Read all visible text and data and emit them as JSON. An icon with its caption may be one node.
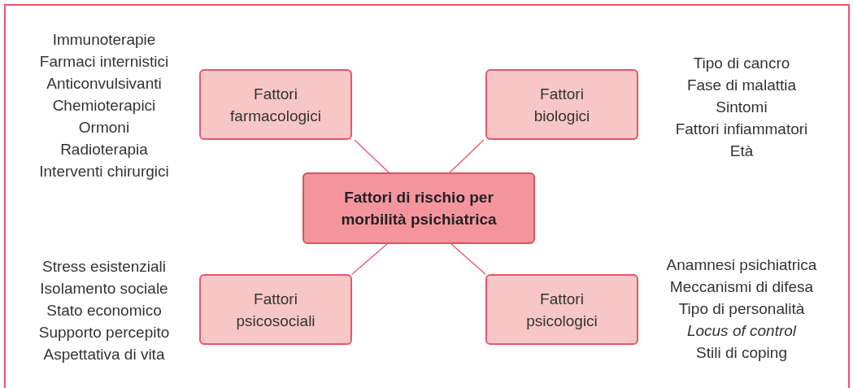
{
  "diagram": {
    "nodes": [
      {
        "text": [
          "Fattori di rischio per morbilità psichiatrica"
        ]
      },
      {
        "text": [
          "Fattori farmacologici"
        ],
        "beside": [
          "Immunoterapie",
          "Farmaci internistici",
          "Anticonvulsivanti",
          "Chemioterapici",
          "Ormoni",
          "Radioterapia",
          "Interventi chirurgici"
        ]
      },
      {
        "text": [
          "Fattori biologici"
        ],
        "beside": [
          "Tipo di cancro",
          "Fase di malattia",
          "Sintomi",
          "Fattori infiammatori",
          "Età"
        ]
      },
      {
        "text": [
          "Fattori psicosociali"
        ],
        "beside": [
          "Stress esistenziali",
          "Isolamento sociale",
          "Stato economico",
          "Supporto percepito",
          "Aspettativa di vita"
        ]
      },
      {
        "text": [
          "Fattori psicologici"
        ],
        "beside": [
          "Anamnesi psichiatrica",
          "Meccanismi di difesa",
          "Tipo di personalità",
          "*Locus of control*",
          "Stili di coping"
        ]
      }
    ],
    "edges": [
      {
        "from": 0,
        "to": 1,
        "arrow": "none"
      },
      {
        "from": 0,
        "to": 2,
        "arrow": "none"
      },
      {
        "from": 0,
        "to": 3,
        "arrow": "none"
      },
      {
        "from": 0,
        "to": 4,
        "arrow": "none"
      }
    ]
  }
}
